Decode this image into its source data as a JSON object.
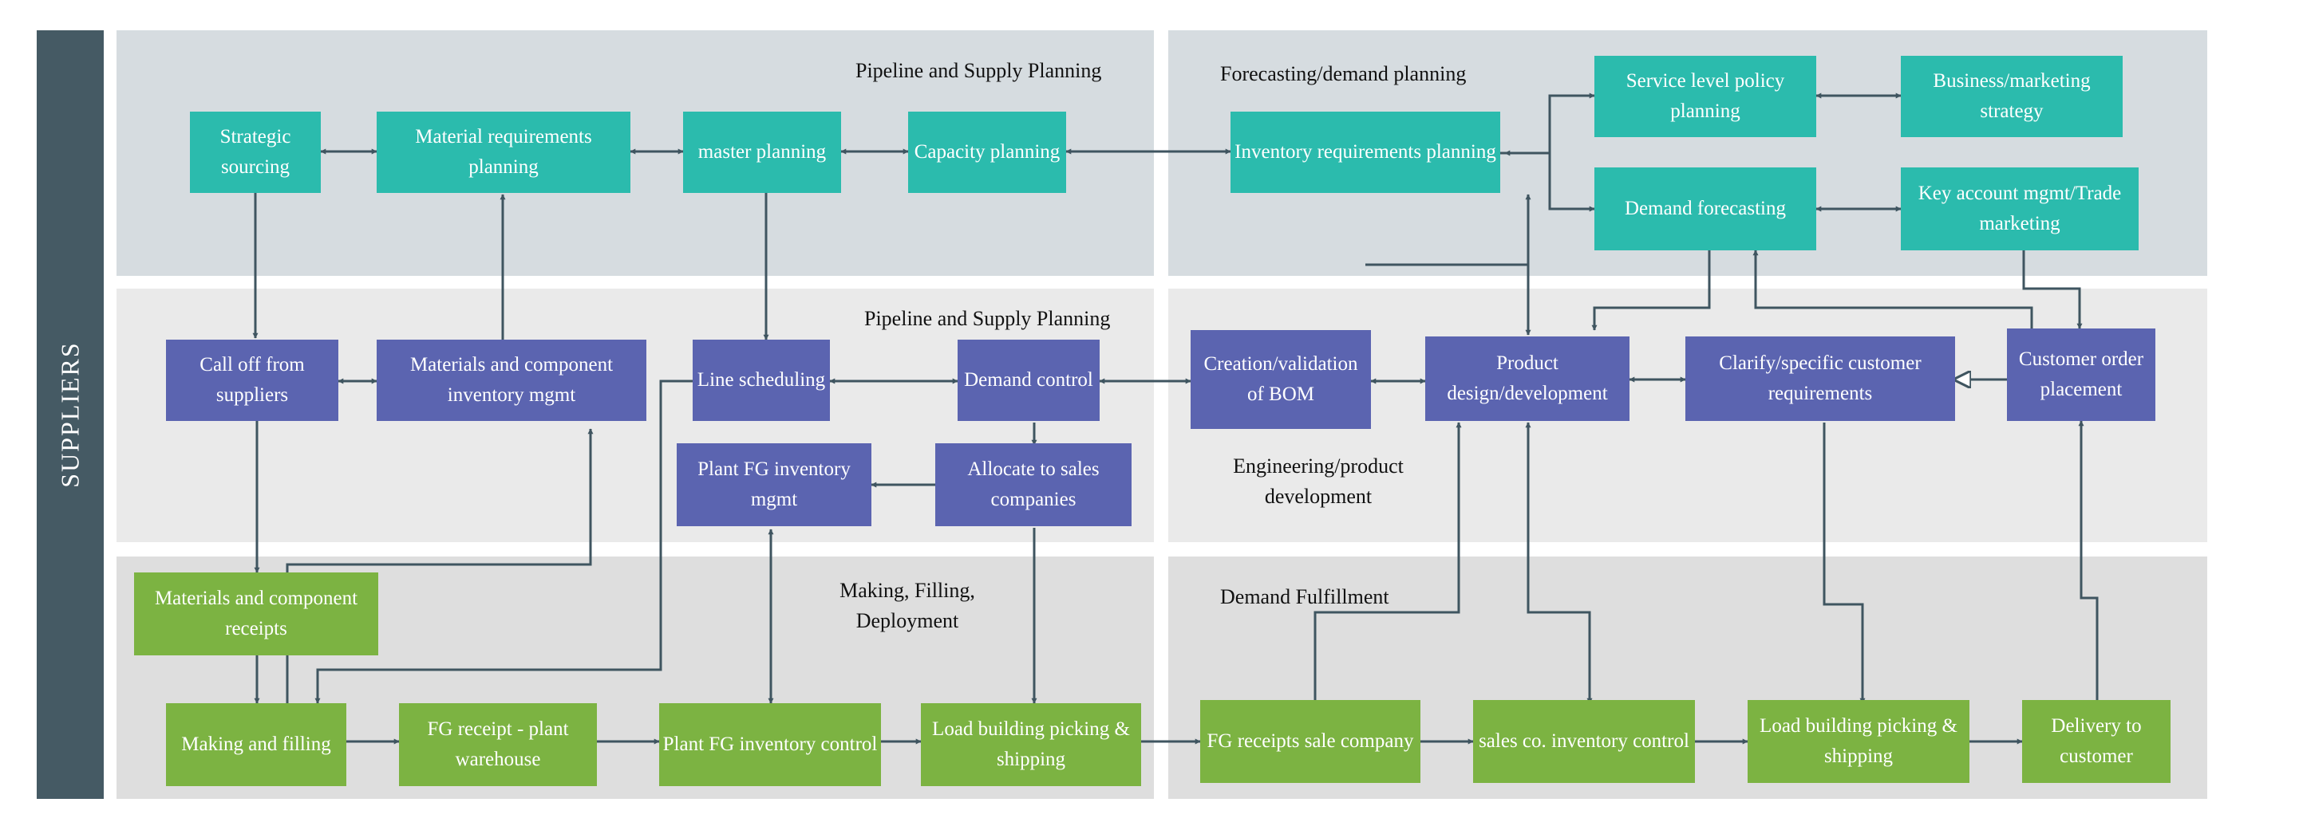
{
  "sidebar": {
    "label": "SUPPLIERS"
  },
  "sections": {
    "pipeline_top": "Pipeline and Supply Planning",
    "forecasting": "Forecasting/demand planning",
    "pipeline_mid": "Pipeline and Supply Planning",
    "engineering": "Engineering/product development",
    "making": "Making, Filling, Deployment",
    "fulfillment": "Demand Fulfillment"
  },
  "nodes": {
    "strategic_sourcing": "Strategic sourcing",
    "material_requirements_planning": "Material requirements planning",
    "master_planning": "master planning",
    "capacity_planning": "Capacity planning",
    "inventory_requirements_planning": "Inventory requirements planning",
    "service_level_policy": "Service level policy planning",
    "business_marketing_strategy": "Business/marketing strategy",
    "demand_forecasting": "Demand forecasting",
    "key_account_mgmt": "Key account mgmt/Trade marketing",
    "call_off_suppliers": "Call off from suppliers",
    "materials_component_inventory": "Materials and component inventory mgmt",
    "line_scheduling": "Line scheduling",
    "demand_control": "Demand control",
    "creation_validation_bom": "Creation/validation of BOM",
    "product_design": "Product design/development",
    "clarify_customer_requirements": "Clarify/specific customer requirements",
    "customer_order_placement": "Customer order placement",
    "plant_fg_inventory_mgmt": "Plant FG inventory mgmt",
    "allocate_sales_companies": "Allocate to sales companies",
    "materials_component_receipts": "Materials and component receipts",
    "making_filling": "Making and filling",
    "fg_receipt_plant_warehouse": "FG receipt - plant warehouse",
    "plant_fg_inventory_control": "Plant FG inventory control",
    "load_building_plant": "Load building picking & shipping",
    "fg_receipts_sale_company": "FG receipts sale company",
    "sales_co_inventory_control": "sales co. inventory control",
    "load_building_sales": "Load building picking & shipping",
    "delivery_to_customer": "Delivery to customer"
  },
  "colors": {
    "sidebar": "#455a64",
    "planning_node": "#2bbbad",
    "process_node": "#5b64b0",
    "execution_node": "#7cb342",
    "connector": "#3f5560"
  }
}
